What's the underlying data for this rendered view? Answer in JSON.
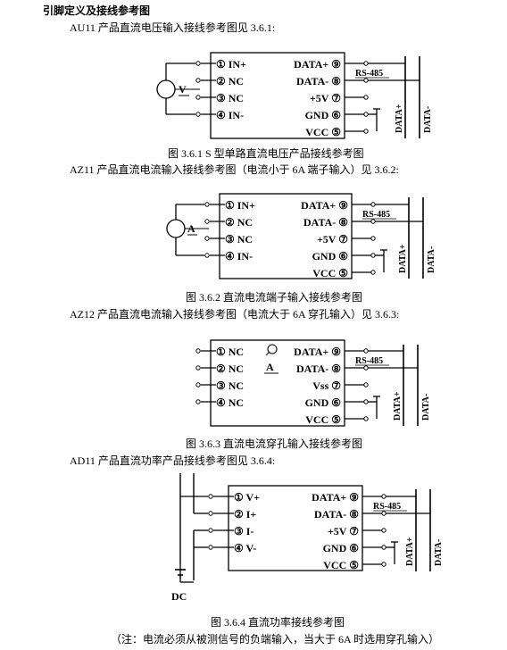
{
  "heading": "引脚定义及接线参考图",
  "sections": [
    {
      "intro": "AU11 产品直流电压输入接线参考图见 3.6.1:",
      "caption": "图   3.6.1 S 型单路直流电压产品接线参考图",
      "meter": "V",
      "left_pins": [
        {
          "num": "①",
          "label": "IN+"
        },
        {
          "num": "②",
          "label": "NC"
        },
        {
          "num": "③",
          "label": "NC"
        },
        {
          "num": "④",
          "label": "IN-"
        }
      ],
      "right_pins": [
        {
          "num": "⑨",
          "label": "DATA+"
        },
        {
          "num": "⑧",
          "label": "DATA-"
        },
        {
          "num": "⑦",
          "label": "+5V"
        },
        {
          "num": "⑥",
          "label": "GND"
        },
        {
          "num": "⑤",
          "label": "VCC"
        }
      ],
      "bus_label": "RS-485",
      "bus_lines": [
        "DATA+",
        "DATA-"
      ]
    },
    {
      "intro": "AZ11 产品直流电流输入接线参考图（电流小于 6A 端子输入）见 3.6.2:",
      "caption": "图   3.6.2   直流电流端子输入接线参考图",
      "meter": "A",
      "left_pins": [
        {
          "num": "①",
          "label": "IN+"
        },
        {
          "num": "②",
          "label": "NC"
        },
        {
          "num": "③",
          "label": "NC"
        },
        {
          "num": "④",
          "label": "IN-"
        }
      ],
      "right_pins": [
        {
          "num": "⑨",
          "label": "DATA+"
        },
        {
          "num": "⑧",
          "label": "DATA-"
        },
        {
          "num": "⑦",
          "label": "+5V"
        },
        {
          "num": "⑥",
          "label": "GND"
        },
        {
          "num": "⑤",
          "label": "VCC"
        }
      ],
      "bus_label": "RS-485",
      "bus_lines": [
        "DATA+",
        "DATA-"
      ]
    },
    {
      "intro": "AZ12 产品直流电流输入接线参考图（电流大于 6A 穿孔输入）见 3.6.3:",
      "caption": "图   3.6.3   直流电流穿孔输入接线参考图",
      "meter": "A",
      "left_pins": [
        {
          "num": "①",
          "label": "NC"
        },
        {
          "num": "②",
          "label": "NC"
        },
        {
          "num": "③",
          "label": "NC"
        },
        {
          "num": "④",
          "label": "NC"
        }
      ],
      "right_pins": [
        {
          "num": "⑨",
          "label": "DATA+"
        },
        {
          "num": "⑧",
          "label": "DATA-"
        },
        {
          "num": "⑦",
          "label": "Vss"
        },
        {
          "num": "⑥",
          "label": "GND"
        },
        {
          "num": "⑤",
          "label": "VCC"
        }
      ],
      "bus_label": "RS-485",
      "bus_lines": [
        "DATA+",
        "DATA-"
      ]
    },
    {
      "intro": "AD11 产品直流功率产品接线参考图见 3.6.4:",
      "caption": "图   3.6.4   直流功率接线参考图",
      "source": "DC",
      "left_pins": [
        {
          "num": "①",
          "label": "V+"
        },
        {
          "num": "②",
          "label": "I+"
        },
        {
          "num": "③",
          "label": "I-"
        },
        {
          "num": "④",
          "label": "V-"
        }
      ],
      "right_pins": [
        {
          "num": "⑨",
          "label": "DATA+"
        },
        {
          "num": "⑧",
          "label": "DATA-"
        },
        {
          "num": "⑦",
          "label": "+5V"
        },
        {
          "num": "⑥",
          "label": "GND"
        },
        {
          "num": "⑤",
          "label": "VCC"
        }
      ],
      "bus_label": "RS-485",
      "bus_lines": [
        "DATA+",
        "DATA-"
      ]
    }
  ],
  "note": "（注：电流必须从被测信号的负端输入，当大于 6A 时选用穿孔输入）"
}
